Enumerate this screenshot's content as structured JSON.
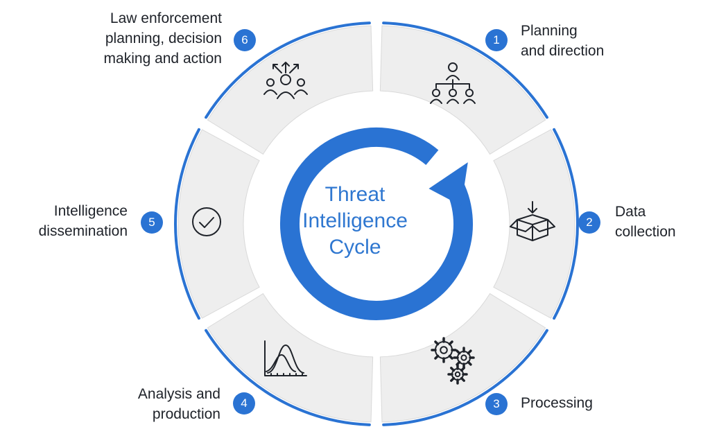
{
  "title": "Threat\nIntelligence\nCycle",
  "colors": {
    "accent": "#2a73d3",
    "segment_fill": "#eeeeee",
    "segment_edge": "#d9d9d9",
    "text": "#1e2229",
    "title": "#2f77d0"
  },
  "steps": [
    {
      "number": "1",
      "label": "Planning\nand direction",
      "icon": "org-chart-icon"
    },
    {
      "number": "2",
      "label": "Data\ncollection",
      "icon": "box-download-icon"
    },
    {
      "number": "3",
      "label": "Processing",
      "icon": "gears-icon"
    },
    {
      "number": "4",
      "label": "Analysis and\nproduction",
      "icon": "distribution-chart-icon"
    },
    {
      "number": "5",
      "label": "Intelligence\ndissemination",
      "icon": "checkmark-circle-icon"
    },
    {
      "number": "6",
      "label": "Law enforcement\nplanning, decision\nmaking and action",
      "icon": "decision-arrows-icon"
    }
  ]
}
